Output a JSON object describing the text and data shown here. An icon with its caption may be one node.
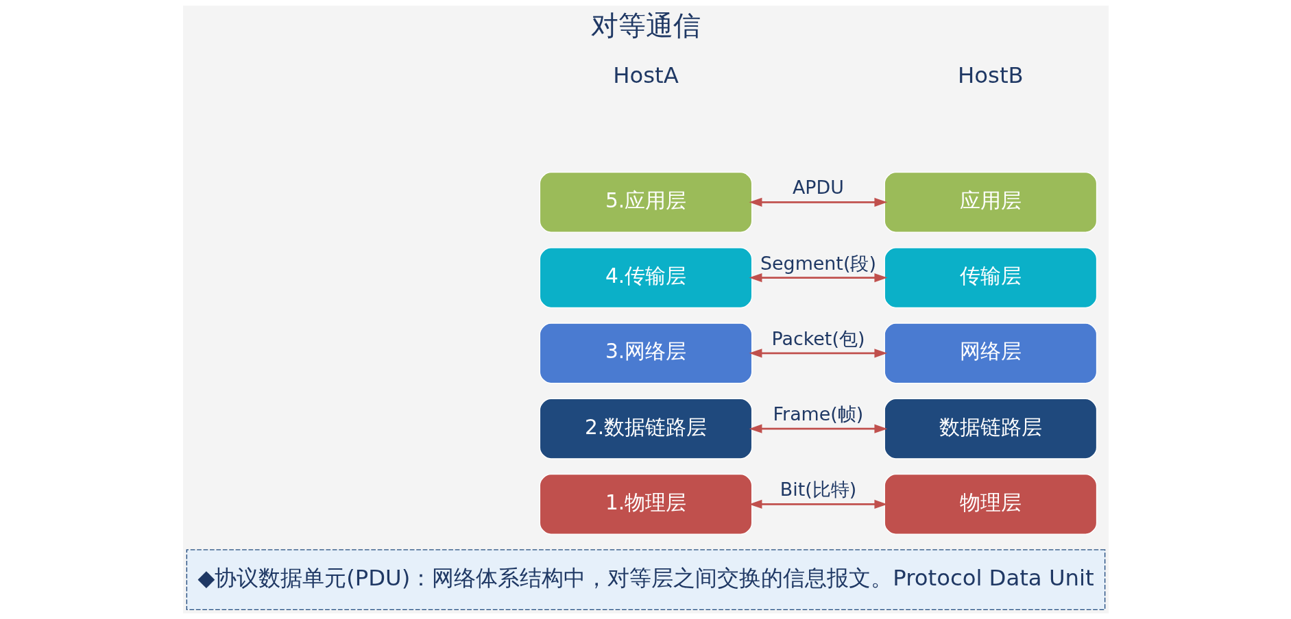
{
  "diagram": {
    "title": "对等通信",
    "nodes": [
      {
        "text": [
          "5.应用层"
        ]
      },
      {
        "text": [
          "4.传输层"
        ]
      },
      {
        "text": [
          "3.网络层"
        ]
      },
      {
        "text": [
          "2.数据链路层"
        ]
      },
      {
        "text": [
          "1.物理层"
        ]
      },
      {
        "text": [
          "应用层"
        ]
      },
      {
        "text": [
          "传输层"
        ]
      },
      {
        "text": [
          "网络层"
        ]
      },
      {
        "text": [
          "数据链路层"
        ]
      },
      {
        "text": [
          "物理层"
        ]
      }
    ],
    "edges": [
      {
        "from": 0,
        "to": 5,
        "arrow": "both",
        "label": "APDU"
      },
      {
        "from": 1,
        "to": 6,
        "arrow": "both",
        "label": "Segment(段)"
      },
      {
        "from": 2,
        "to": 7,
        "arrow": "both",
        "label": "Packet(包)"
      },
      {
        "from": 3,
        "to": 8,
        "arrow": "both",
        "label": "Frame(帧)"
      },
      {
        "from": 4,
        "to": 9,
        "arrow": "both",
        "label": "Bit(比特)"
      }
    ],
    "labels": [
      "HostA",
      "HostB",
      "◆协议数据单元(PDU)：网络体系结构中，对等层之间交换的信息报文。Protocol Data Unit"
    ]
  }
}
